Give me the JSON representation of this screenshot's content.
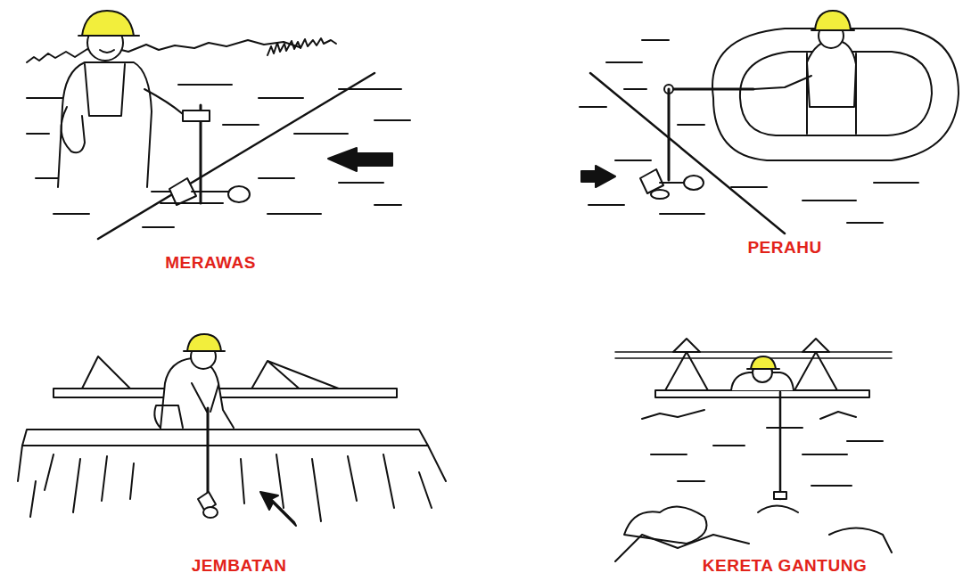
{
  "diagram": {
    "labels": [
      "MERAWAS",
      "PERAHU",
      "JEMBATAN",
      "KERETA GANTUNG"
    ]
  }
}
